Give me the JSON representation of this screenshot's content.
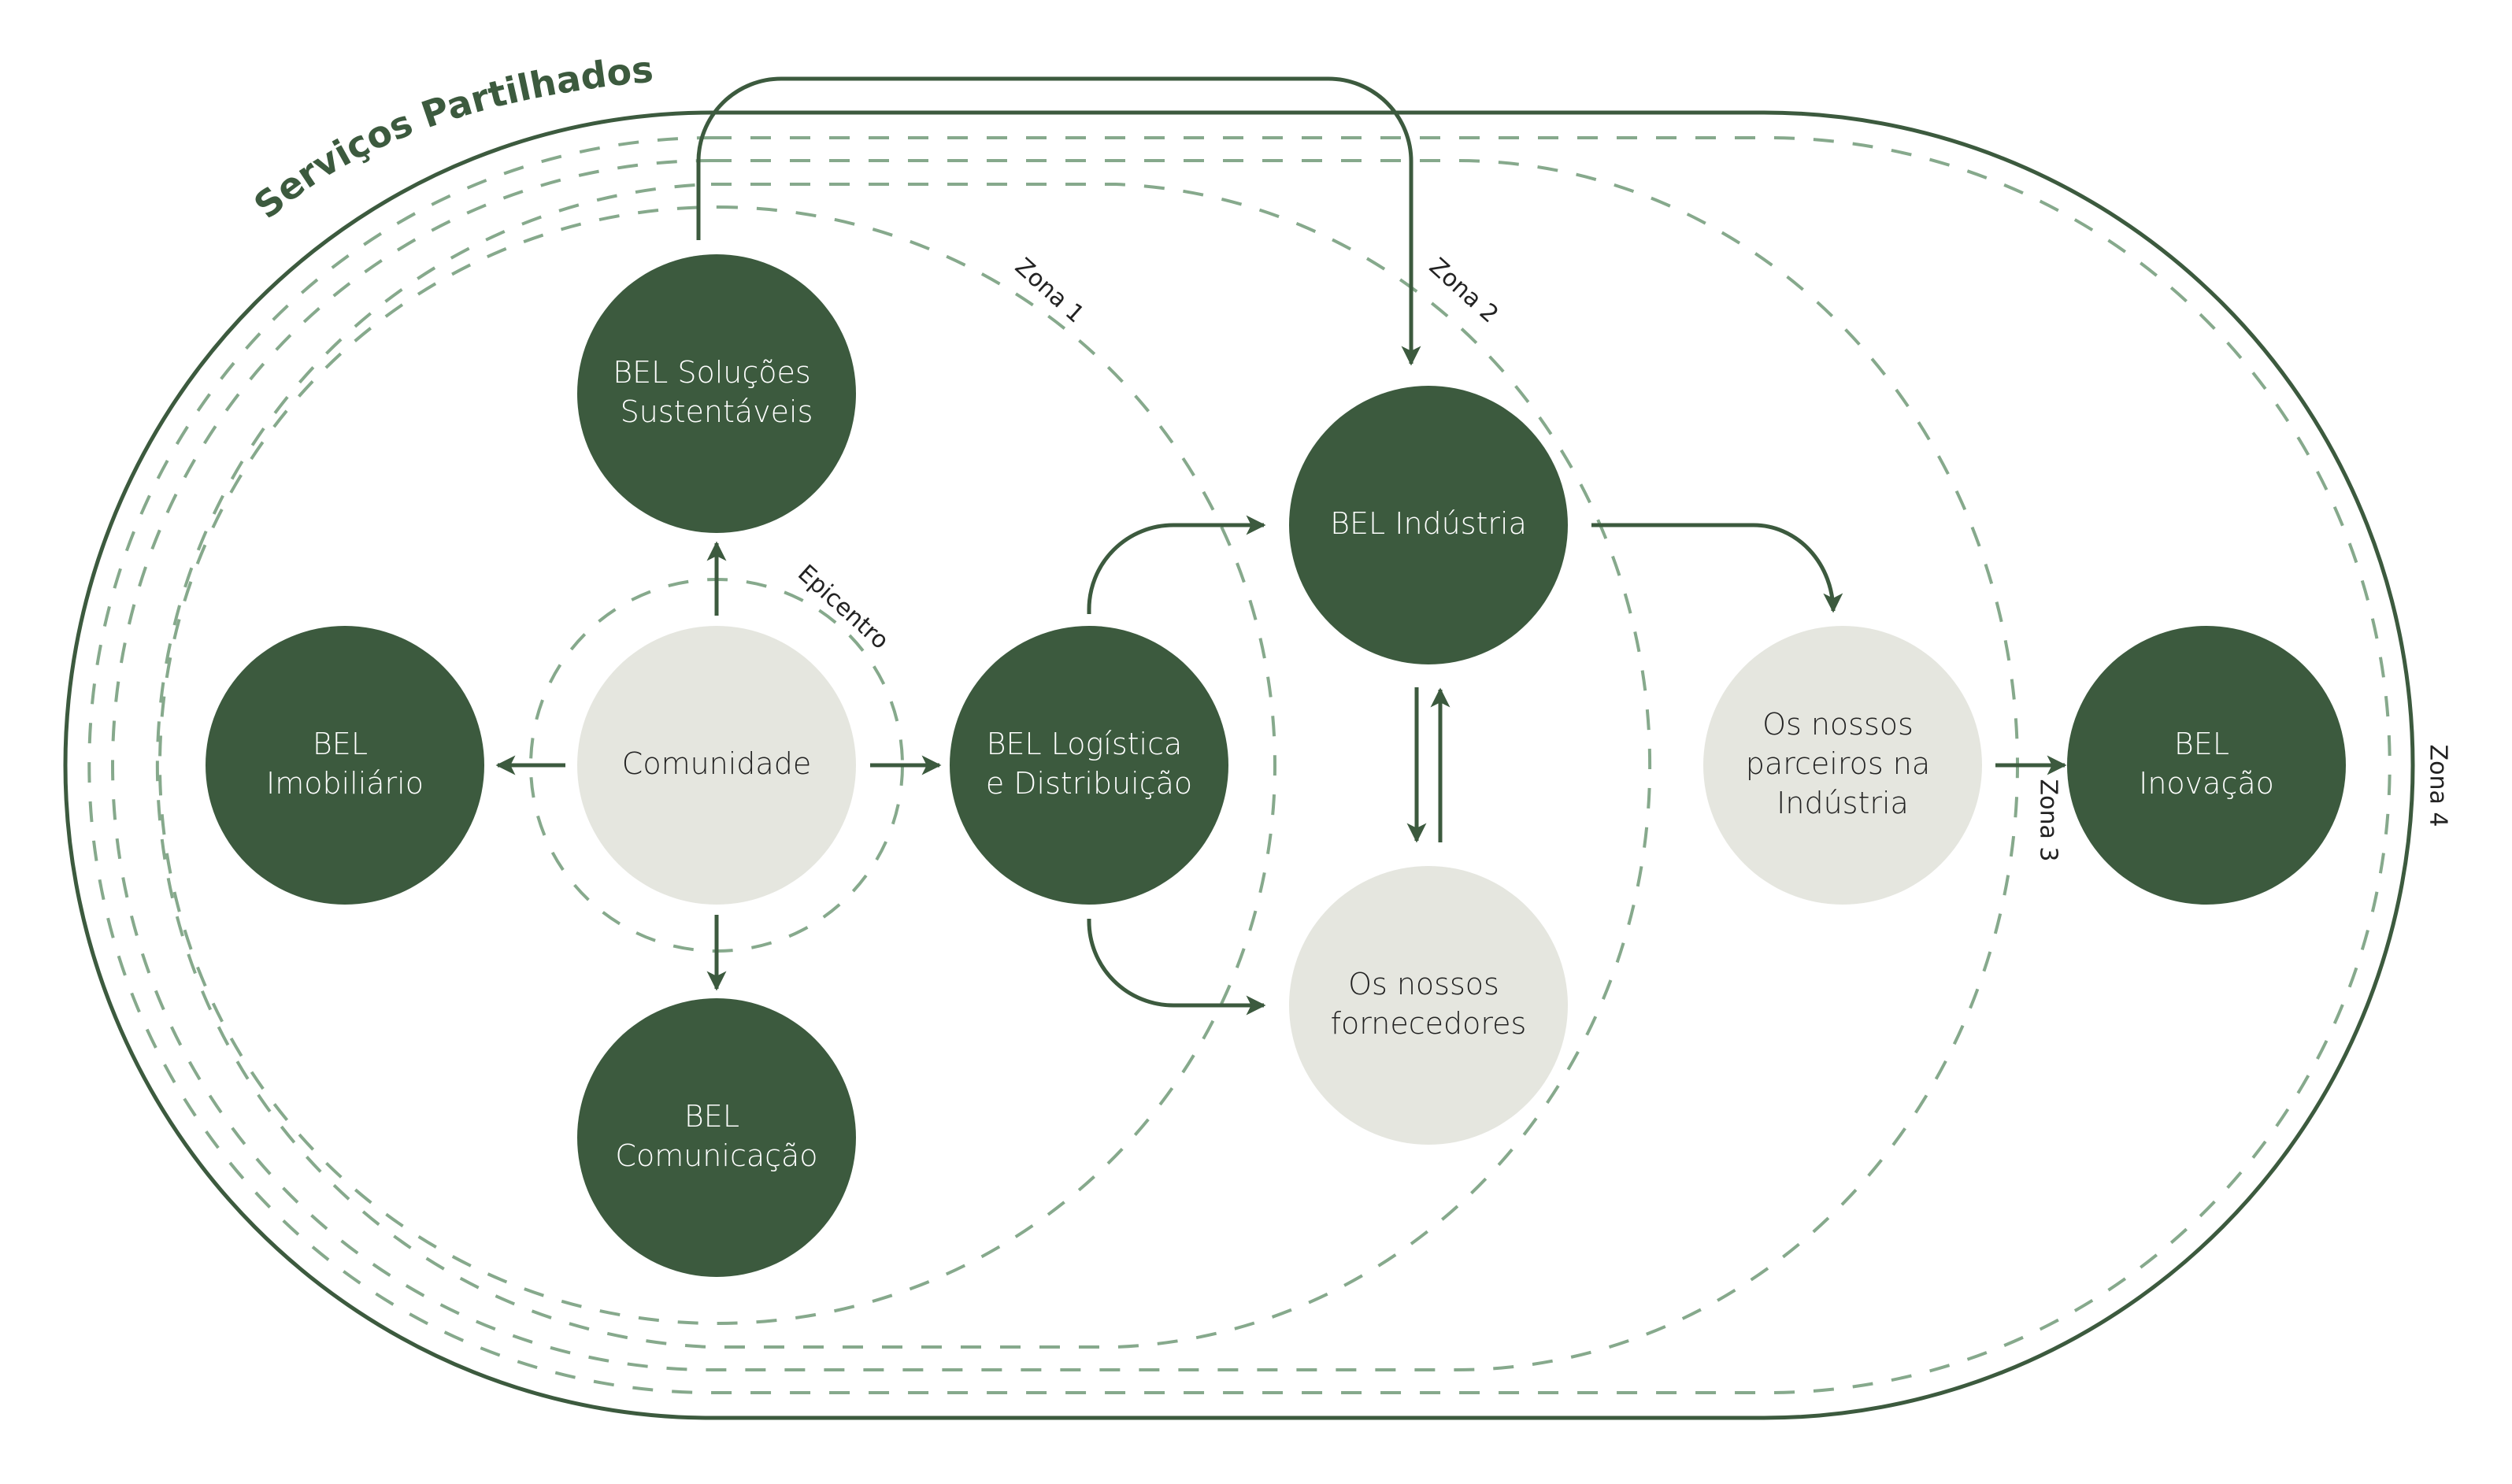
{
  "title": "Serviços Partilhados",
  "colors": {
    "dark_green": "#3c5a3e",
    "light_gray": "#e5e6df",
    "dashed_green": "#86a98c",
    "background": "#ffffff"
  },
  "zones": {
    "epicentro": "Epicentro",
    "zona1": "Zona 1",
    "zona2": "Zona 2",
    "zona3": "Zona 3",
    "zona4": "Zona 4"
  },
  "nodes": {
    "comunidade": {
      "lines": [
        "Comunidade"
      ],
      "style": "light"
    },
    "solucoes": {
      "lines": [
        "BEL Soluções",
        "Sustentáveis"
      ],
      "style": "dark"
    },
    "imobiliario": {
      "lines": [
        "BEL",
        "Imobiliário"
      ],
      "style": "dark"
    },
    "comunicacao": {
      "lines": [
        "BEL",
        "Comunicação"
      ],
      "style": "dark"
    },
    "logistica": {
      "lines": [
        "BEL Logística",
        "e Distribuição"
      ],
      "style": "dark"
    },
    "industria": {
      "lines": [
        "BEL Indústria"
      ],
      "style": "dark"
    },
    "fornecedores": {
      "lines": [
        "Os nossos",
        "fornecedores"
      ],
      "style": "light"
    },
    "parceiros": {
      "lines": [
        "Os nossos",
        "parceiros na",
        "Indústria"
      ],
      "style": "light"
    },
    "inovacao": {
      "lines": [
        "BEL",
        "Inovação"
      ],
      "style": "dark"
    }
  },
  "connections": [
    {
      "from": "comunidade",
      "to": "solucoes"
    },
    {
      "from": "comunidade",
      "to": "imobiliario"
    },
    {
      "from": "comunidade",
      "to": "comunicacao"
    },
    {
      "from": "comunidade",
      "to": "logistica"
    },
    {
      "from": "solucoes",
      "to": "industria"
    },
    {
      "from": "logistica",
      "to": "industria"
    },
    {
      "from": "logistica",
      "to": "fornecedores"
    },
    {
      "from": "industria",
      "to": "fornecedores"
    },
    {
      "from": "fornecedores",
      "to": "industria"
    },
    {
      "from": "industria",
      "to": "parceiros"
    },
    {
      "from": "parceiros",
      "to": "inovacao"
    }
  ]
}
